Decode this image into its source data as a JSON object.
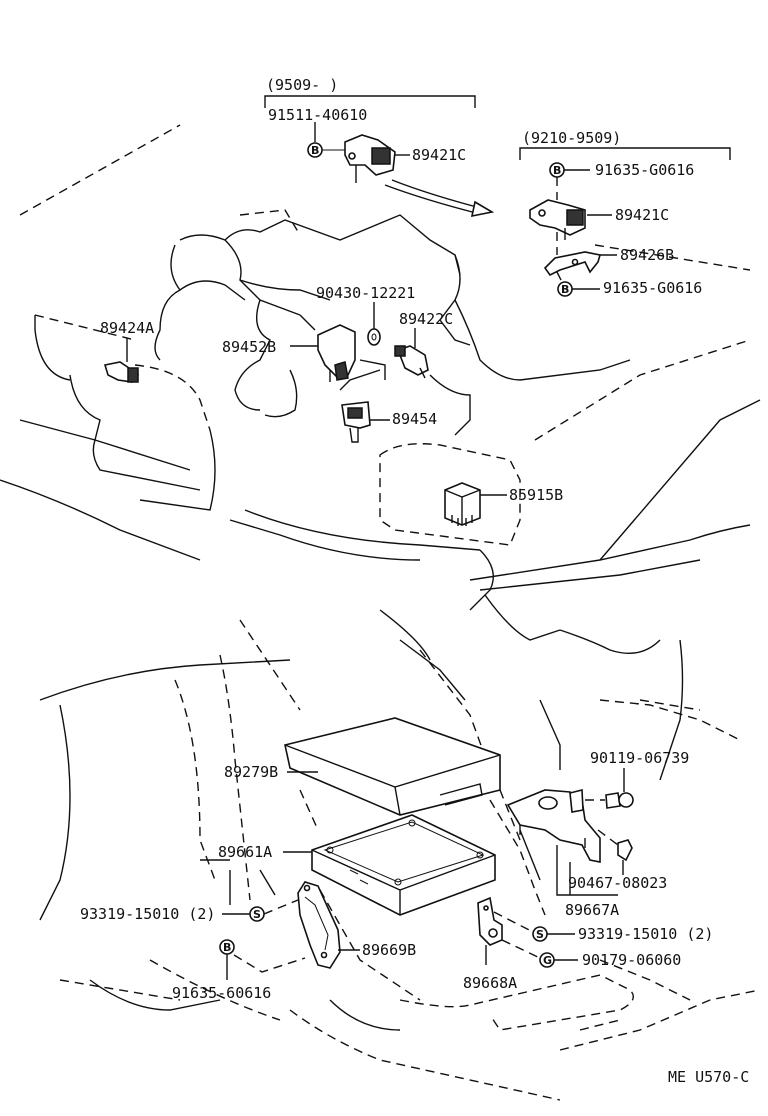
{
  "groups": {
    "g9509": "(9509-      )",
    "g9210": "(9210-9509)"
  },
  "labels": {
    "l91511_40610": "91511-40610",
    "l89421C_a": "89421C",
    "l91635_G0616_a": "91635-G0616",
    "l89421C_b": "89421C",
    "l89426B": "89426B",
    "l91635_G0616_b": "91635-G0616",
    "l90430_12221": "90430-12221",
    "l89424A": "89424A",
    "l89422C": "89422C",
    "l89452B": "89452B",
    "l89454": "89454",
    "l85915B": "85915B",
    "l90119_06739": "90119-06739",
    "l89279B": "89279B",
    "l89661A": "89661A",
    "l90467_08023": "90467-08023",
    "l89667A": "89667A",
    "l93319_15010_a": "93319-15010 (2)",
    "l93319_15010_b": "93319-15010 (2)",
    "l89669B": "89669B",
    "l90179_06060": "90179-06060",
    "l89668A": "89668A",
    "l91635_60616": "91635-60616"
  },
  "symbols": {
    "b": "B",
    "s": "S",
    "g": "G"
  },
  "footer": {
    "code": "ME  U570-C"
  }
}
